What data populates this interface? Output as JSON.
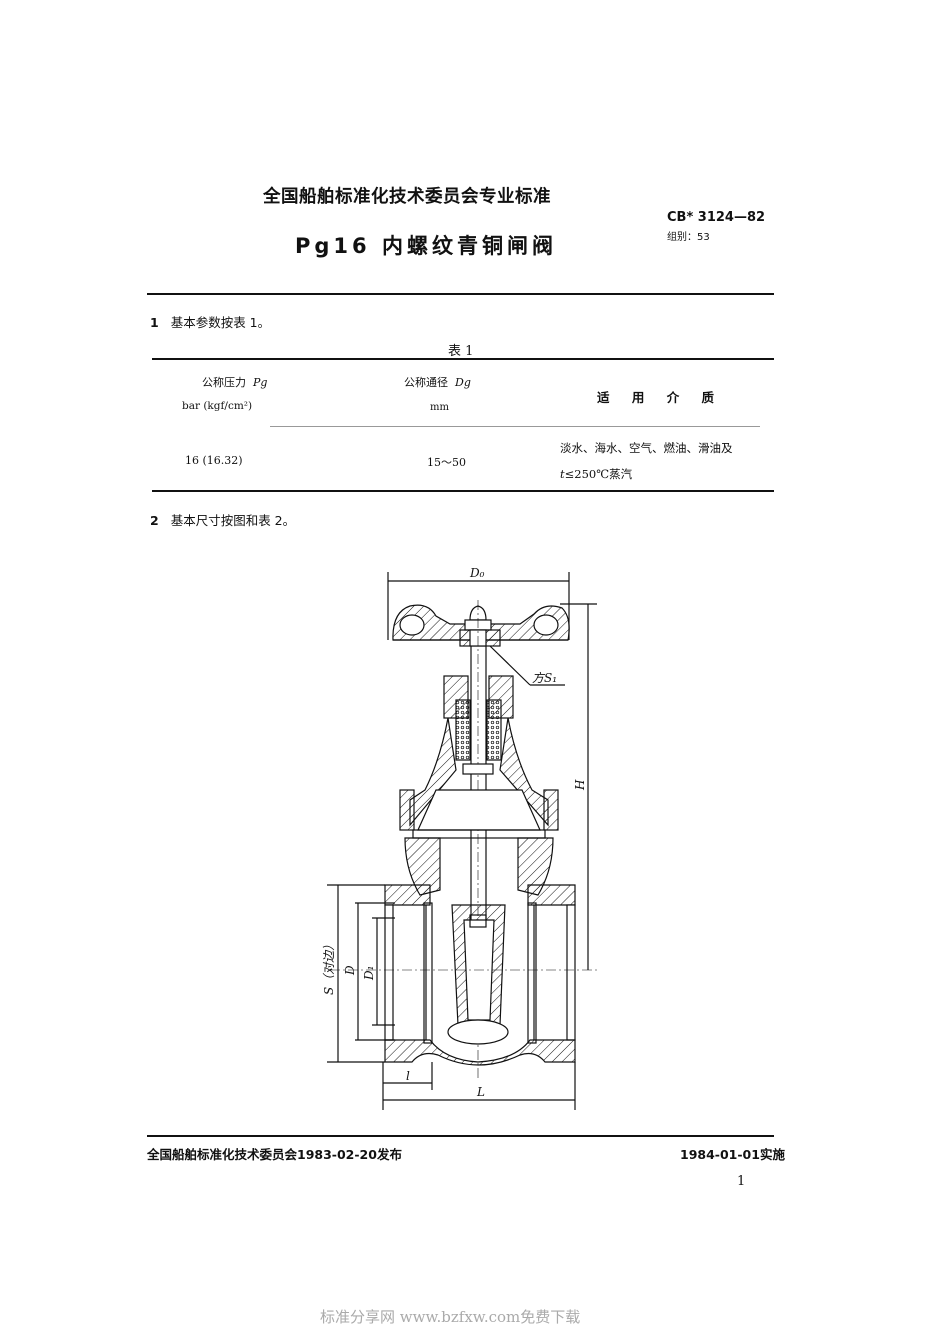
{
  "header": {
    "organization_title": "全国船舶标准化技术委员会专业标准",
    "standard_code": "CB* 3124—82",
    "group_label": "组别：53",
    "document_title": "Pg16 内螺纹青铜闸阀"
  },
  "section1": {
    "number": "1",
    "text": "基本参数按表 1。"
  },
  "table1": {
    "caption": "表 1",
    "columns": [
      {
        "label_cn": "公称压力",
        "symbol": "Pg",
        "unit": "bar (kgf/cm²)"
      },
      {
        "label_cn": "公称通径",
        "symbol": "Dg",
        "unit": "mm"
      },
      {
        "label_cn": "适 用 介 质"
      }
    ],
    "rows": [
      {
        "pressure": "16 (16.32)",
        "diameter": "15～50",
        "media_line1": "淡水、海水、空气、燃油、滑油及",
        "media_line2_symbol": "t",
        "media_line2": "≤250℃蒸汽"
      }
    ]
  },
  "section2": {
    "number": "2",
    "text": "基本尺寸按图和表 2。"
  },
  "figure": {
    "labels": {
      "D0": "D₀",
      "S1": "方S₁",
      "H": "H",
      "S": "S（对边）",
      "D": "D",
      "D1": "D₁",
      "l": "l",
      "L": "L"
    }
  },
  "footer": {
    "issued": "全国船舶标准化技术委员会1983-02-20发布",
    "effective": "1984-01-01实施",
    "page_number": "1"
  },
  "watermark": "标准分享网 www.bzfxw.com免费下载"
}
